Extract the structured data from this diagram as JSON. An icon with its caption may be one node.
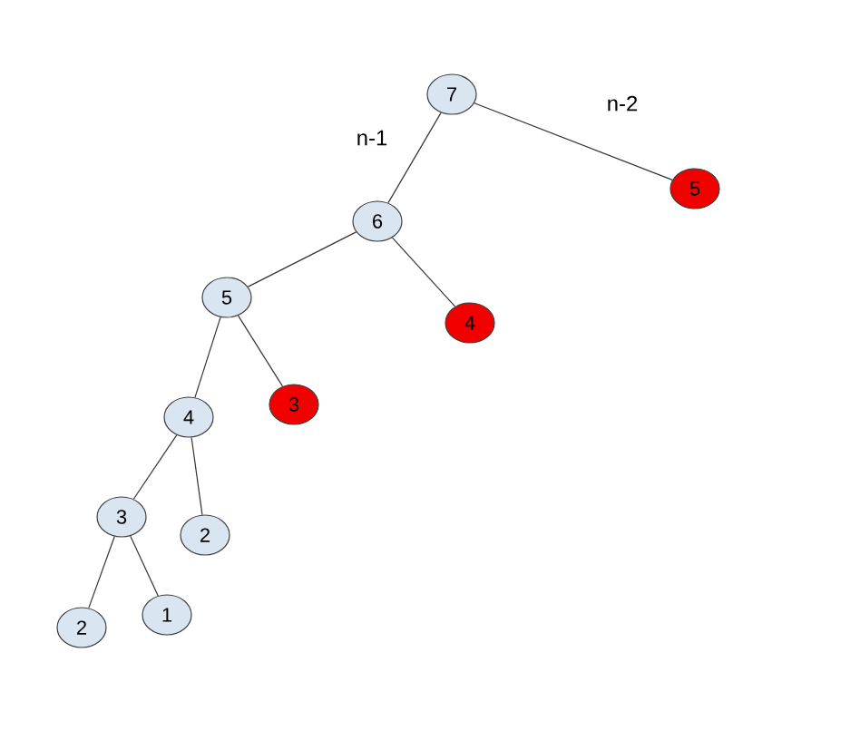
{
  "diagram": {
    "nodes": [
      {
        "text": [
          "7"
        ]
      },
      {
        "text": [
          "5"
        ]
      },
      {
        "text": [
          "6"
        ]
      },
      {
        "text": [
          "5"
        ]
      },
      {
        "text": [
          "4"
        ]
      },
      {
        "text": [
          "4"
        ]
      },
      {
        "text": [
          "3"
        ]
      },
      {
        "text": [
          "3"
        ]
      },
      {
        "text": [
          "2"
        ]
      },
      {
        "text": [
          "2"
        ]
      },
      {
        "text": [
          "1"
        ]
      }
    ],
    "edges": [
      {
        "from": 0,
        "to": 2,
        "arrow": "none"
      },
      {
        "from": 0,
        "to": 1,
        "arrow": "none"
      },
      {
        "from": 2,
        "to": 3,
        "arrow": "none"
      },
      {
        "from": 2,
        "to": 4,
        "arrow": "none"
      },
      {
        "from": 3,
        "to": 5,
        "arrow": "none"
      },
      {
        "from": 3,
        "to": 6,
        "arrow": "none"
      },
      {
        "from": 5,
        "to": 7,
        "arrow": "none"
      },
      {
        "from": 5,
        "to": 8,
        "arrow": "none"
      },
      {
        "from": 7,
        "to": 9,
        "arrow": "none"
      },
      {
        "from": 7,
        "to": 10,
        "arrow": "none"
      }
    ],
    "labels": [
      "n-1",
      "n-2"
    ]
  }
}
